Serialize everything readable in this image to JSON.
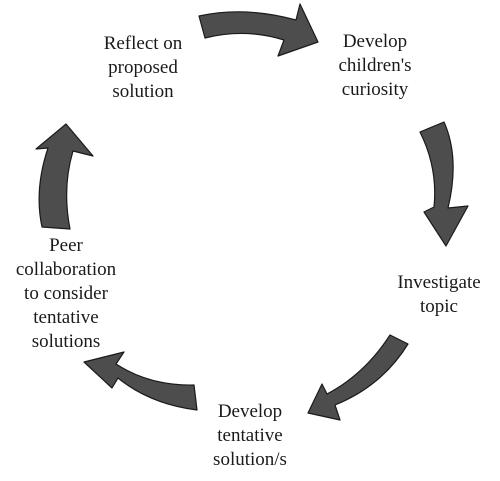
{
  "diagram": {
    "nodes": [
      {
        "id": "reflect",
        "lines": [
          "Reflect on",
          "proposed",
          "solution"
        ]
      },
      {
        "id": "curiosity",
        "lines": [
          "Develop",
          "children's",
          "curiosity"
        ]
      },
      {
        "id": "investigate",
        "lines": [
          "Investigate",
          "topic"
        ]
      },
      {
        "id": "tentative",
        "lines": [
          "Develop",
          "tentative",
          "solution/s"
        ]
      },
      {
        "id": "peer",
        "lines": [
          "Peer",
          "collaboration",
          "to consider",
          "tentative",
          "solutions"
        ]
      }
    ],
    "arrow_color": "#4d4d4d",
    "arrow_outline": "#1a1a1a",
    "text_color": "#1a1a1a"
  }
}
